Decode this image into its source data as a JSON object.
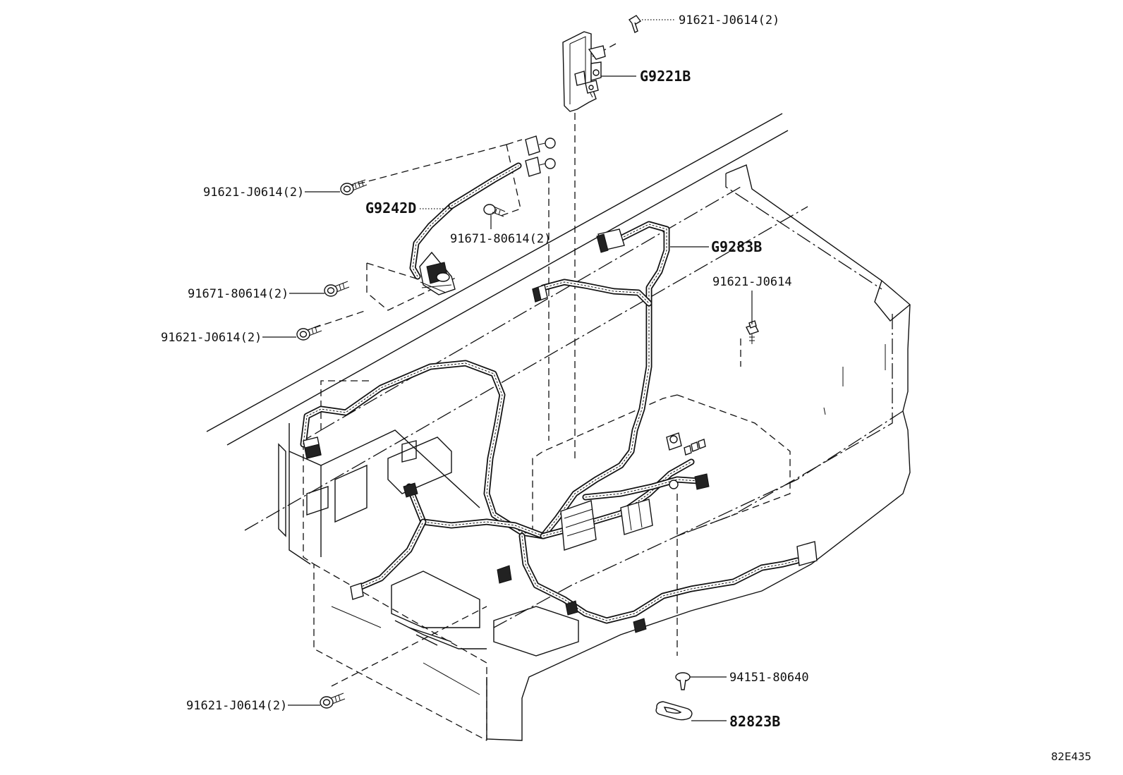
{
  "diagram": {
    "figure_code": "82E435",
    "callouts": {
      "bolt_top": "91621-J0614(2)",
      "bracket_top": "G9221B",
      "bolt_left_upper": "91621-J0614(2)",
      "harness_left": "G9242D",
      "bolt_mid": "91671-80614(2)",
      "harness_main": "G9283B",
      "bolt_right": "91621-J0614",
      "bolt_left_mid": "91671-80614(2)",
      "bolt_left_lower": "91621-J0614(2)",
      "bolt_bottom_left": "91621-J0614(2)",
      "screw_bottom": "94151-80640",
      "grommet": "82823B"
    }
  }
}
